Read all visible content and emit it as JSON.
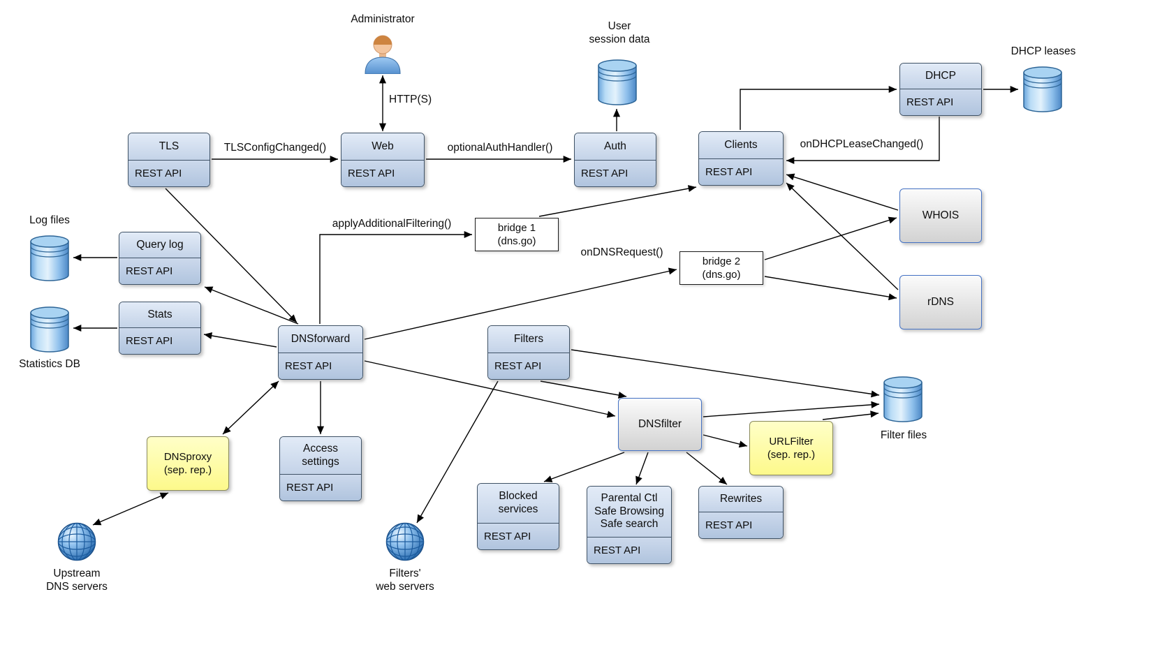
{
  "nodes": {
    "tls": {
      "title": "TLS",
      "sub": "REST API"
    },
    "web": {
      "title": "Web",
      "sub": "REST API"
    },
    "auth": {
      "title": "Auth",
      "sub": "REST API"
    },
    "clients": {
      "title": "Clients",
      "sub": "REST API"
    },
    "dhcp": {
      "title": "DHCP",
      "sub": "REST API"
    },
    "query_log": {
      "title": "Query log",
      "sub": "REST API"
    },
    "stats": {
      "title": "Stats",
      "sub": "REST API"
    },
    "dnsforward": {
      "title": "DNSforward",
      "sub": "REST API"
    },
    "filters": {
      "title": "Filters",
      "sub": "REST API"
    },
    "access_settings": {
      "title_line1": "Access",
      "title_line2": "settings",
      "sub": "REST API"
    },
    "blocked_services": {
      "title_line1": "Blocked",
      "title_line2": "services",
      "sub": "REST API"
    },
    "parental": {
      "title_line1": "Parental Ctl",
      "title_line2": "Safe Browsing",
      "title_line3": "Safe search",
      "sub": "REST API"
    },
    "rewrites": {
      "title": "Rewrites",
      "sub": "REST API"
    },
    "bridge1": {
      "line1": "bridge 1",
      "line2": "(dns.go)"
    },
    "bridge2": {
      "line1": "bridge 2",
      "line2": "(dns.go)"
    },
    "whois": {
      "title": "WHOIS"
    },
    "rdns": {
      "title": "rDNS"
    },
    "dnsfilter": {
      "title": "DNSfilter"
    },
    "dnsproxy": {
      "line1": "DNSproxy",
      "line2": "(sep. rep.)"
    },
    "urlfilter": {
      "line1": "URLFilter",
      "line2": "(sep. rep.)"
    }
  },
  "actors": {
    "administrator": {
      "label": "Administrator"
    }
  },
  "datastores": {
    "user_session": {
      "label_line1": "User",
      "label_line2": "session data"
    },
    "dhcp_leases": {
      "label": "DHCP leases"
    },
    "log_files": {
      "label": "Log files"
    },
    "statistics_db": {
      "label": "Statistics DB"
    },
    "filter_files": {
      "label": "Filter files"
    }
  },
  "externals": {
    "upstream_dns": {
      "label_line1": "Upstream",
      "label_line2": "DNS servers"
    },
    "filters_web": {
      "label_line1": "Filters'",
      "label_line2": "web servers"
    }
  },
  "edge_labels": {
    "https": "HTTP(S)",
    "tls_config_changed": "TLSConfigChanged()",
    "optional_auth_handler": "optionalAuthHandler()",
    "on_dhcp_lease_changed": "onDHCPLeaseChanged()",
    "apply_additional_filtering": "applyAdditionalFiltering()",
    "on_dns_request": "onDNSRequest()"
  },
  "colors": {
    "component_border": "#3f5266",
    "component_fill_top": "#e2ebf7",
    "component_fill_bottom": "#b0c4de",
    "service_border": "#4472c4",
    "external_fill": "#fdf98b",
    "database_blue": "#5b9bd5",
    "arrow": "#000000"
  }
}
